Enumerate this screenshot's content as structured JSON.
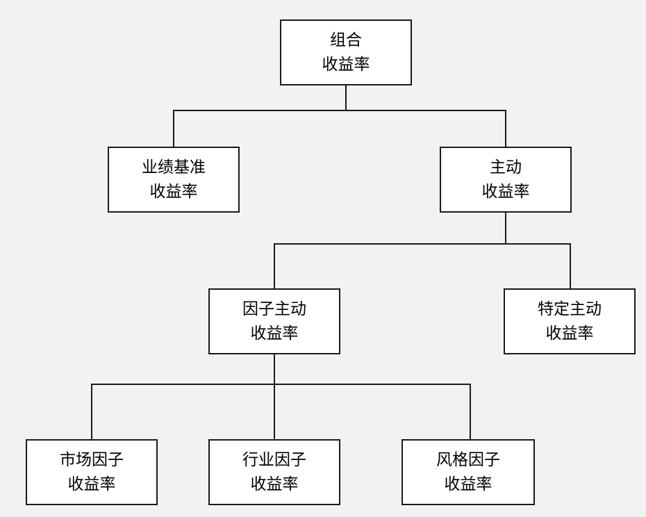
{
  "diagram": {
    "background_color": "#f2f2f2",
    "box_fill_color": "#ffffff",
    "box_border_color": "#1a1a1a",
    "text_color": "#000000",
    "nodes": {
      "portfolio": {
        "line1": "组合",
        "line2": "收益率"
      },
      "benchmark": {
        "line1": "业绩基准",
        "line2": "收益率"
      },
      "active": {
        "line1": "主动",
        "line2": "收益率"
      },
      "factor_active": {
        "line1": "因子主动",
        "line2": "收益率"
      },
      "specific_active": {
        "line1": "特定主动",
        "line2": "收益率"
      },
      "market_factor": {
        "line1": "市场因子",
        "line2": "收益率"
      },
      "industry_factor": {
        "line1": "行业因子",
        "line2": "收益率"
      },
      "style_factor": {
        "line1": "风格因子",
        "line2": "收益率"
      }
    },
    "hierarchy": {
      "root": "portfolio",
      "portfolio_children": [
        "benchmark",
        "active"
      ],
      "active_children": [
        "factor_active",
        "specific_active"
      ],
      "factor_active_children": [
        "market_factor",
        "industry_factor",
        "style_factor"
      ]
    }
  }
}
